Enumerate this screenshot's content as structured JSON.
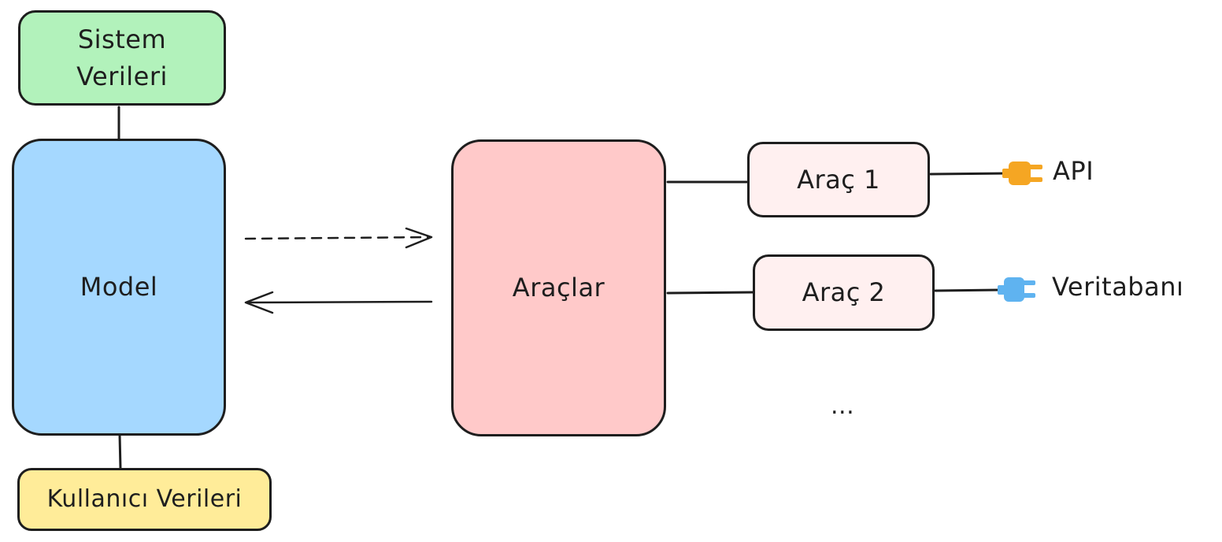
{
  "colors": {
    "stroke": "#1e1e1e",
    "system_fill": "#b2f2bb",
    "model_fill": "#a5d8ff",
    "user_fill": "#ffec99",
    "tools_fill": "#ffc9c9",
    "tool_item_fill": "#fff0f0",
    "api_plug": "#f5a623",
    "db_plug": "#5fb3f0"
  },
  "nodes": {
    "system_data": {
      "line1": "Sistem",
      "line2": "Verileri"
    },
    "model": {
      "label": "Model"
    },
    "user_data": {
      "label": "Kullanıcı Verileri"
    },
    "tools": {
      "label": "Araçlar"
    },
    "tool1": {
      "label": "Araç 1"
    },
    "tool2": {
      "label": "Araç 2"
    }
  },
  "endpoints": {
    "api": {
      "label": "API",
      "icon": "plug-icon"
    },
    "database": {
      "label": "Veritabanı",
      "icon": "plug-icon"
    }
  },
  "more": {
    "label": "..."
  }
}
